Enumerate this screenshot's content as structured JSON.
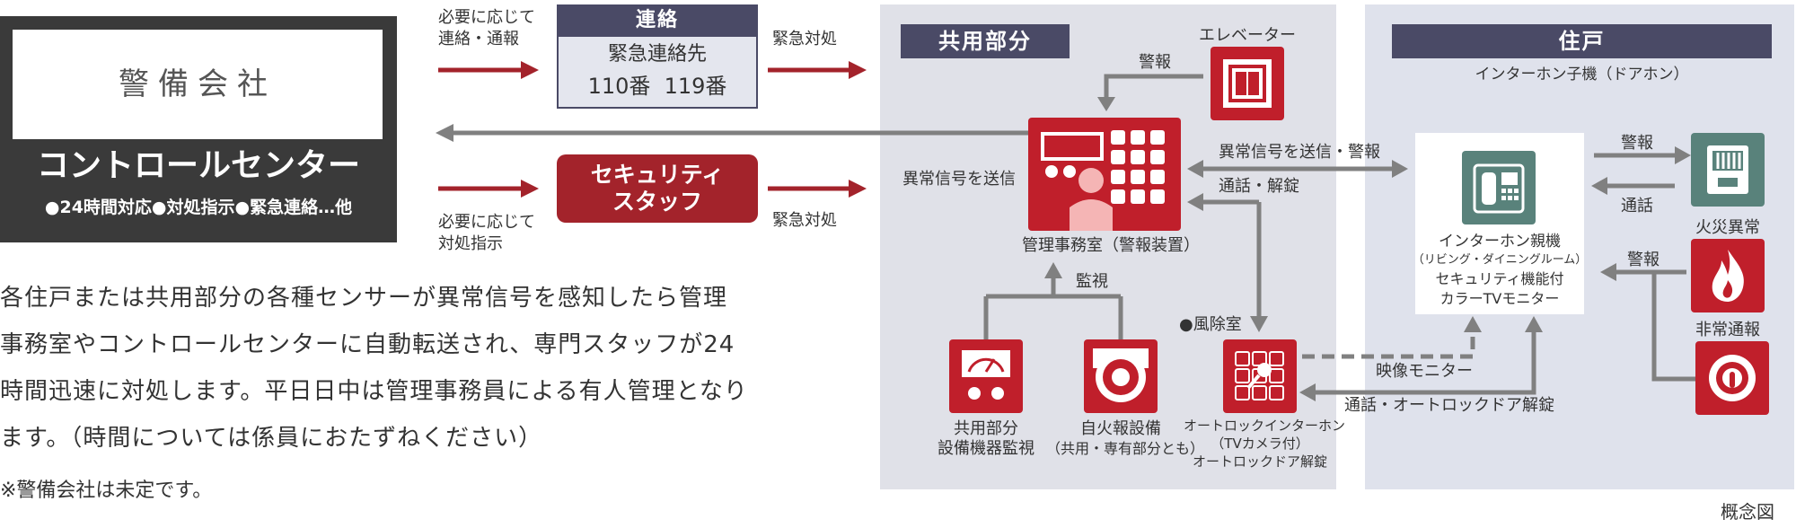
{
  "security_company": {
    "name": "警備会社",
    "center_title": "コントロールセンター",
    "center_sub": "●24時間対応●対処指示●緊急連絡…他"
  },
  "flow_labels": {
    "contact_if_needed": [
      "必要に応じて",
      "連絡・通報"
    ],
    "instruct_if_needed": [
      "必要に応じて",
      "対処指示"
    ],
    "emergency_1": "緊急対処",
    "emergency_2": "緊急対処"
  },
  "contact_box": {
    "header": "連絡",
    "line1": "緊急連絡先",
    "line2": "110番  119番"
  },
  "security_staff": [
    "セキュリティ",
    "スタッフ"
  ],
  "shared": {
    "header": "共用部分",
    "elevator": "エレベーター",
    "alarm_label": "警報",
    "send_abnormal": "異常信号を送信",
    "management_office": "管理事務室（警報装置）",
    "monitor_label": "監視",
    "equipment_monitor": [
      "共用部分",
      "設備機器監視"
    ],
    "fire_alarm": [
      "自火報設備",
      "（共用・専有部分とも）"
    ],
    "windbreak_room": "●風除室",
    "autolock_intercom": [
      "オートロックインターホン",
      "（TVカメラ付）",
      "オートロックドア解錠"
    ]
  },
  "home": {
    "header": "住戸",
    "door_intercom": "インターホン子機（ドアホン）",
    "master_intercom": [
      "インターホン親機",
      "（リビング・ダイニングルーム）",
      "セキュリティ機能付",
      "カラーTVモニター"
    ],
    "alarm_label_1": "警報",
    "call_label": "通話",
    "fire": "火災異常",
    "alarm_label_2": "警報",
    "emergency_call": "非常通報"
  },
  "links": {
    "send_abnormal_alarm": "異常信号を送信・警報",
    "call_unlock": "通話・解錠",
    "video_monitor": "映像モニター",
    "call_autolock_unlock": "通話・オートロックドア解錠"
  },
  "description": [
    "各住戸または共用部分の各種センサーが異常信号を感知したら管理",
    "事務室やコントロールセンターに自動転送され、専門スタッフが24",
    "時間迅速に対処します。平日日中は管理事務員による有人管理となり",
    "ます。（時間については係員におたずねください）"
  ],
  "note": "※警備会社は未定です。",
  "concept": "概念図",
  "colors": {
    "red": "#c01f2b",
    "dark_red": "#a3232b",
    "teal": "#59827b",
    "navy_header": "#4a4a66",
    "arrow_gray": "#808080",
    "dark_box": "#3a3a3a"
  }
}
